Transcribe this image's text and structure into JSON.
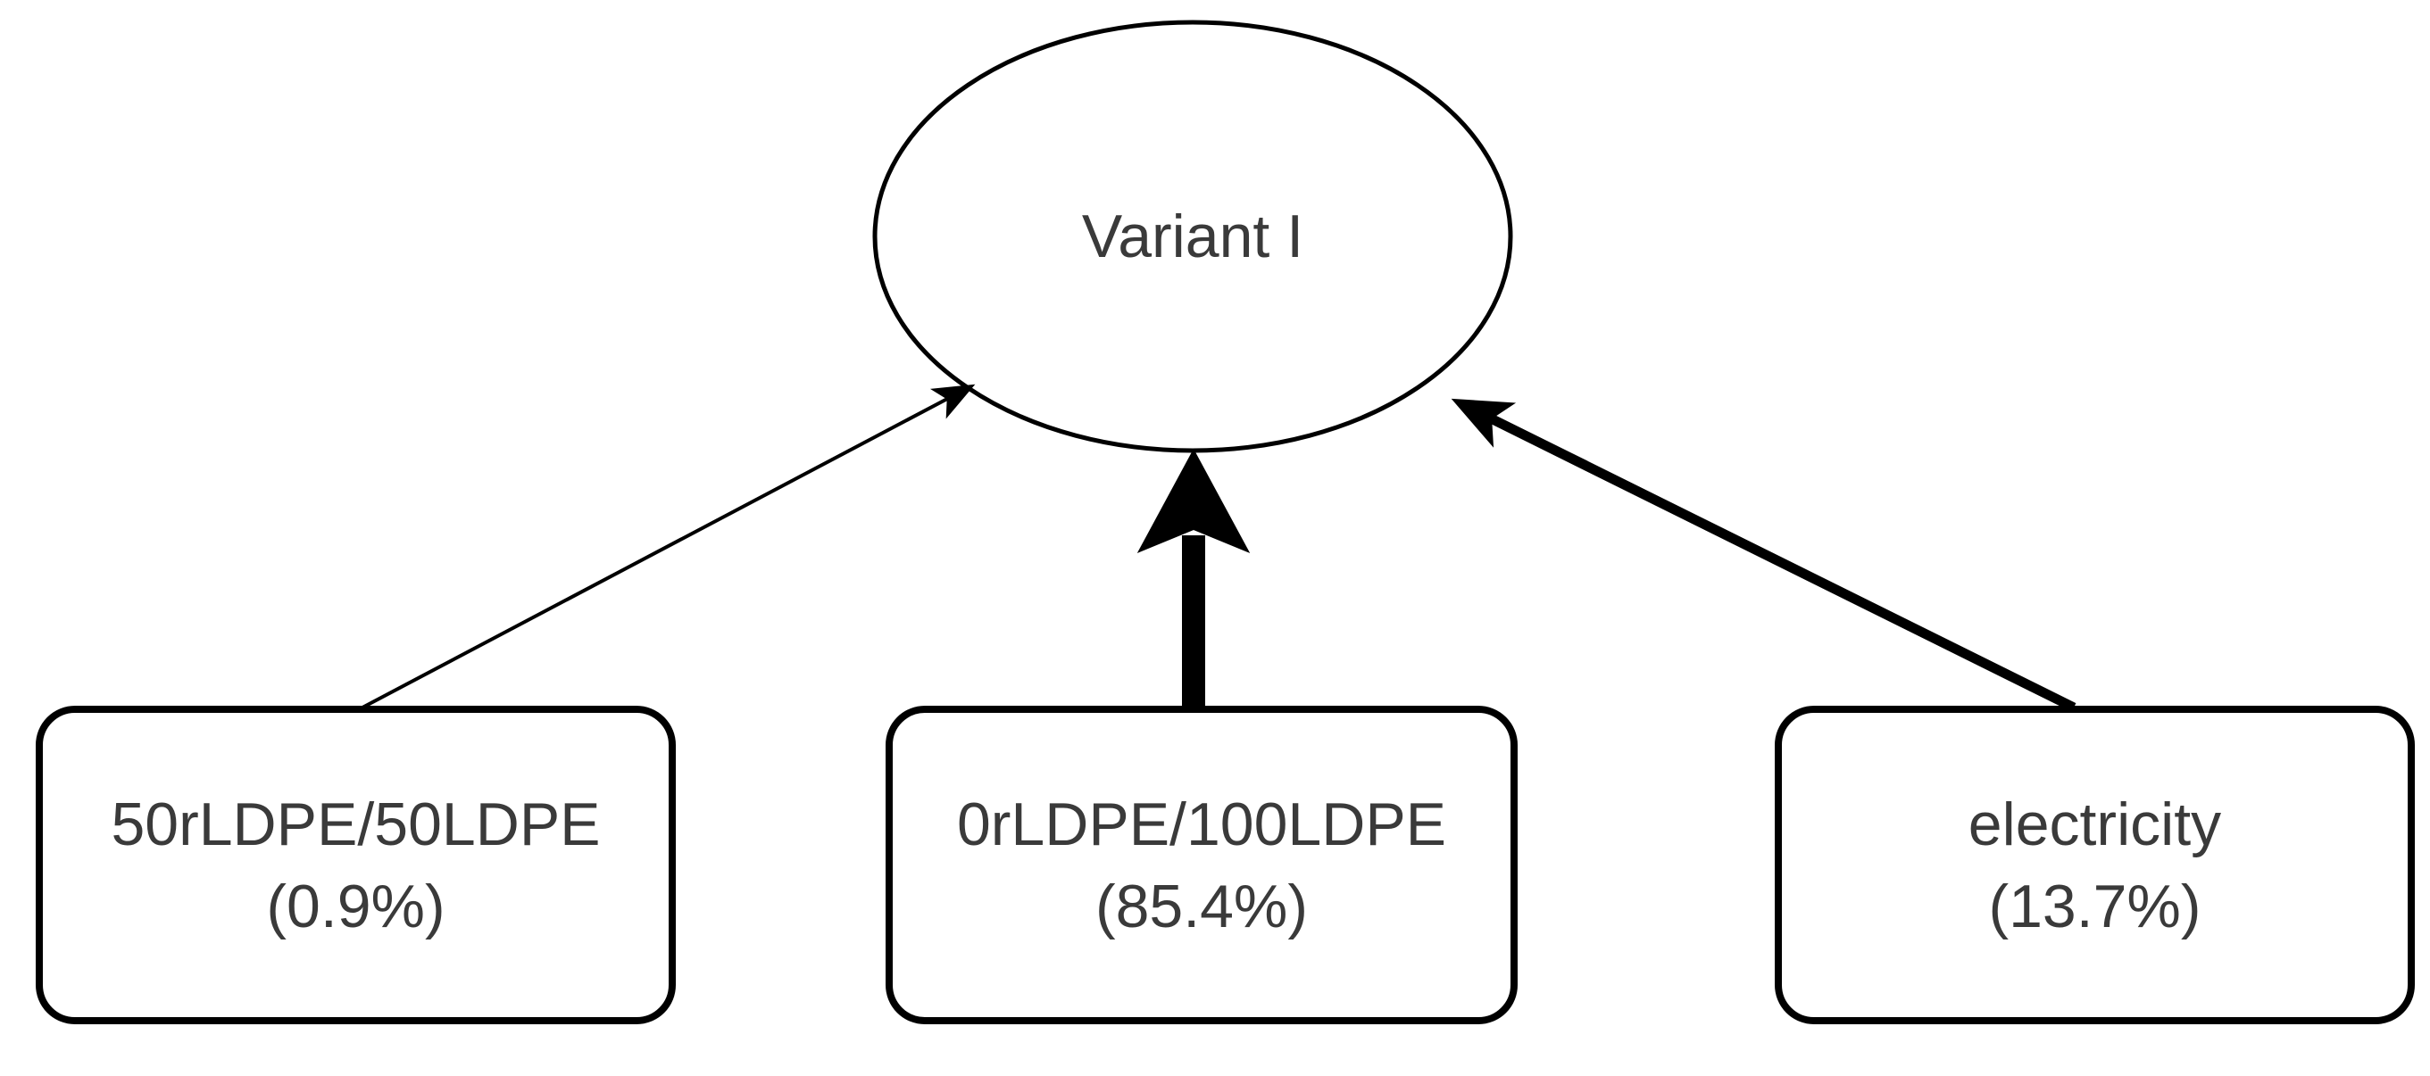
{
  "diagram": {
    "title_node": {
      "label": "Variant I",
      "shape": "ellipse"
    },
    "nodes": [
      {
        "id": "50rLDPE-50LDPE",
        "label": "50rLDPE/50LDPE",
        "share": "(0.9%)",
        "percent": 0.9,
        "arrow_weight": "thin"
      },
      {
        "id": "0rLDPE-100LDPE",
        "label": "0rLDPE/100LDPE",
        "share": "(85.4%)",
        "percent": 85.4,
        "arrow_weight": "thick"
      },
      {
        "id": "electricity",
        "label": "electricity",
        "share": "(13.7%)",
        "percent": 13.7,
        "arrow_weight": "medium"
      }
    ],
    "edges": [
      {
        "from": "50rLDPE-50LDPE",
        "to": "Variant I"
      },
      {
        "from": "0rLDPE-100LDPE",
        "to": "Variant I"
      },
      {
        "from": "electricity",
        "to": "Variant I"
      }
    ],
    "colors": {
      "line": "#000000",
      "text": "#3a3a3a",
      "background": "#ffffff"
    }
  }
}
